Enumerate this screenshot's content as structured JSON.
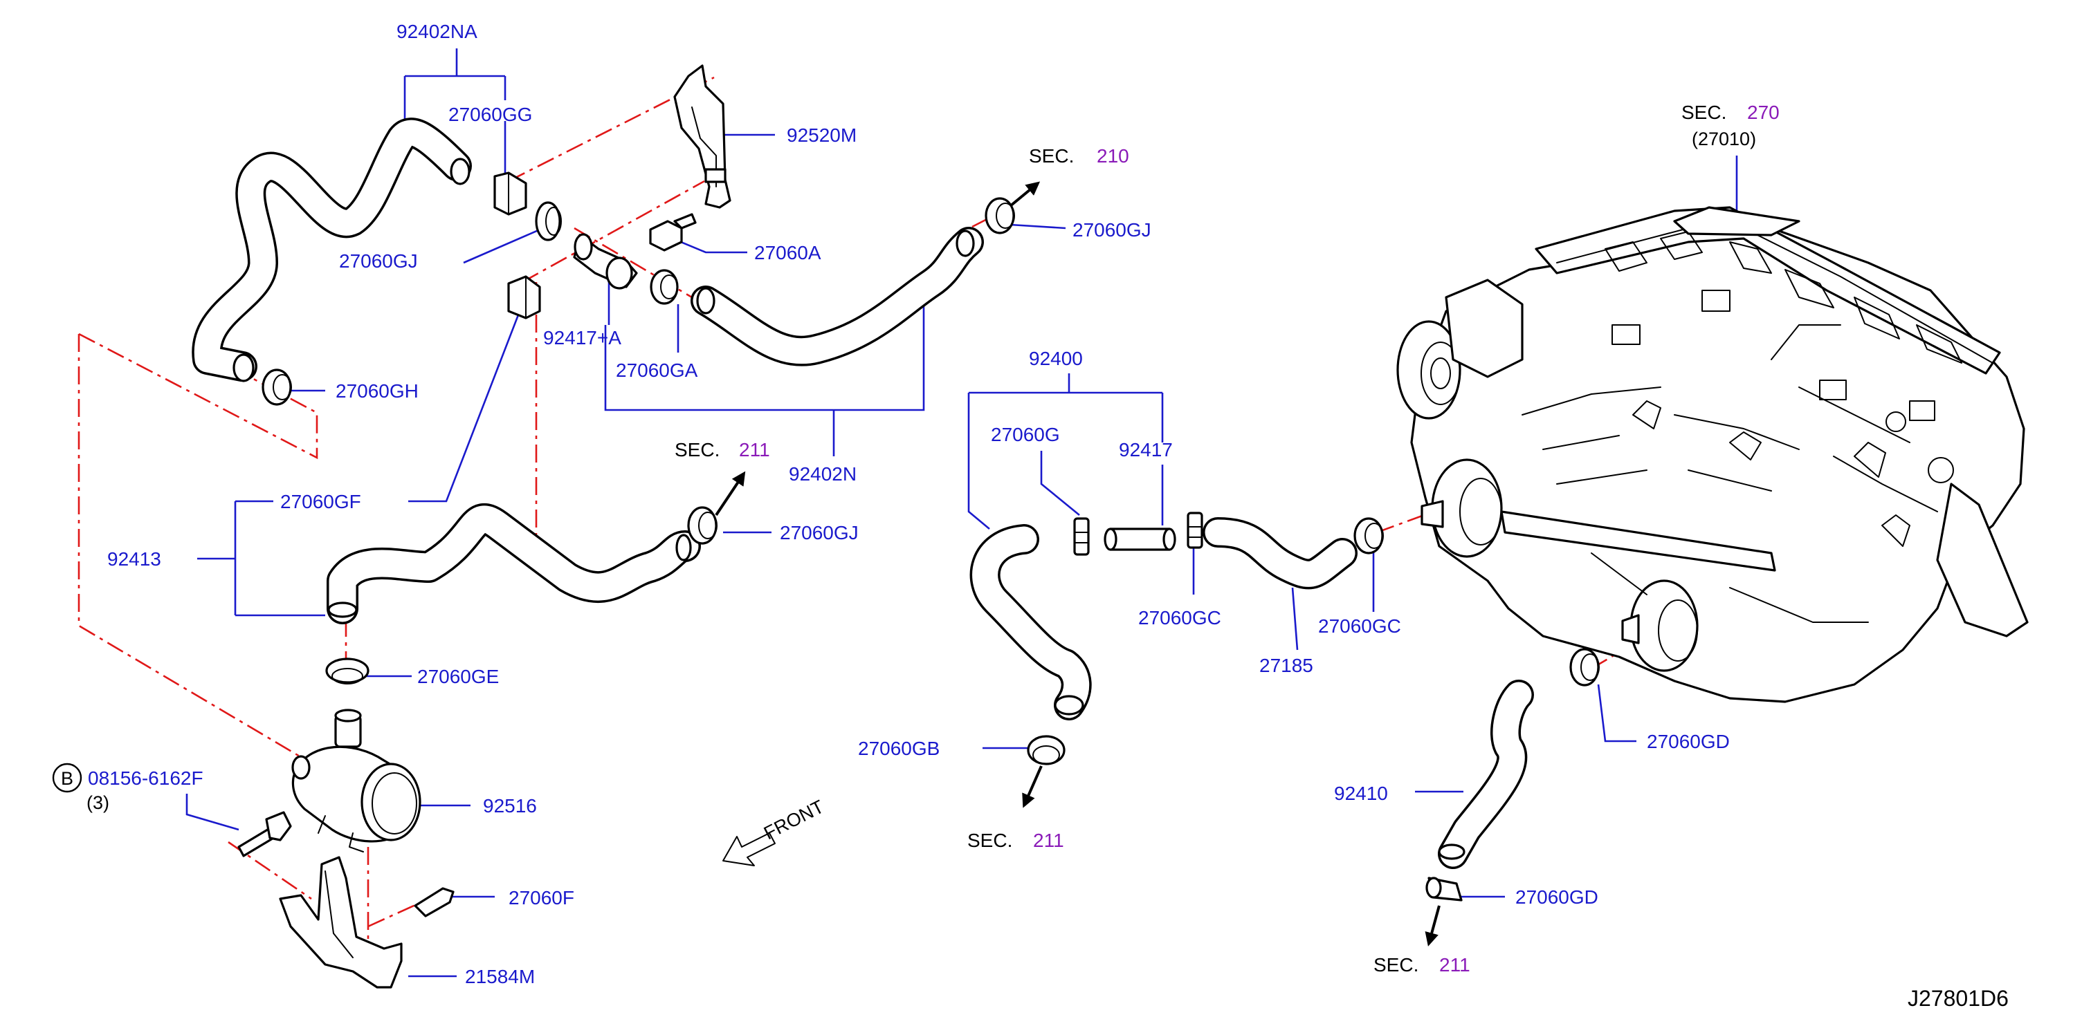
{
  "diagram": {
    "code": "J27801D6",
    "front_label": "FRONT",
    "bolt_symbol": "B",
    "bolt_part": "08156-6162F",
    "bolt_qty": "(3)",
    "sec_word": "SEC.",
    "unit_sec_number": "270",
    "unit_part_ref": "(27010)",
    "sections": {
      "s210": "210",
      "s211_a": "211",
      "s211_b": "211",
      "s211_c": "211"
    },
    "parts": {
      "p92402NA": "92402NA",
      "p27060GG": "27060GG",
      "p92520M": "92520M",
      "p27060GJ_a": "27060GJ",
      "p27060A": "27060A",
      "p27060GJ_b": "27060GJ",
      "p92417A": "92417+A",
      "p27060GA": "27060GA",
      "p27060GH": "27060GH",
      "p92402N": "92402N",
      "p27060GF": "27060GF",
      "p92413": "92413",
      "p27060GJ_c": "27060GJ",
      "p27060GE": "27060GE",
      "p92516": "92516",
      "p27060F": "27060F",
      "p21584M": "21584M",
      "p92400": "92400",
      "p27060G": "27060G",
      "p92417": "92417",
      "p27060GC_a": "27060GC",
      "p27060GC_b": "27060GC",
      "p27185": "27185",
      "p27060GB": "27060GB",
      "p27060GD_a": "27060GD",
      "p92410": "92410",
      "p27060GD_b": "27060GD"
    }
  },
  "colors": {
    "part_label": "#1a1acc",
    "section_number": "#8a1ab8",
    "phantom_line": "#e01818",
    "outline": "#000000"
  }
}
